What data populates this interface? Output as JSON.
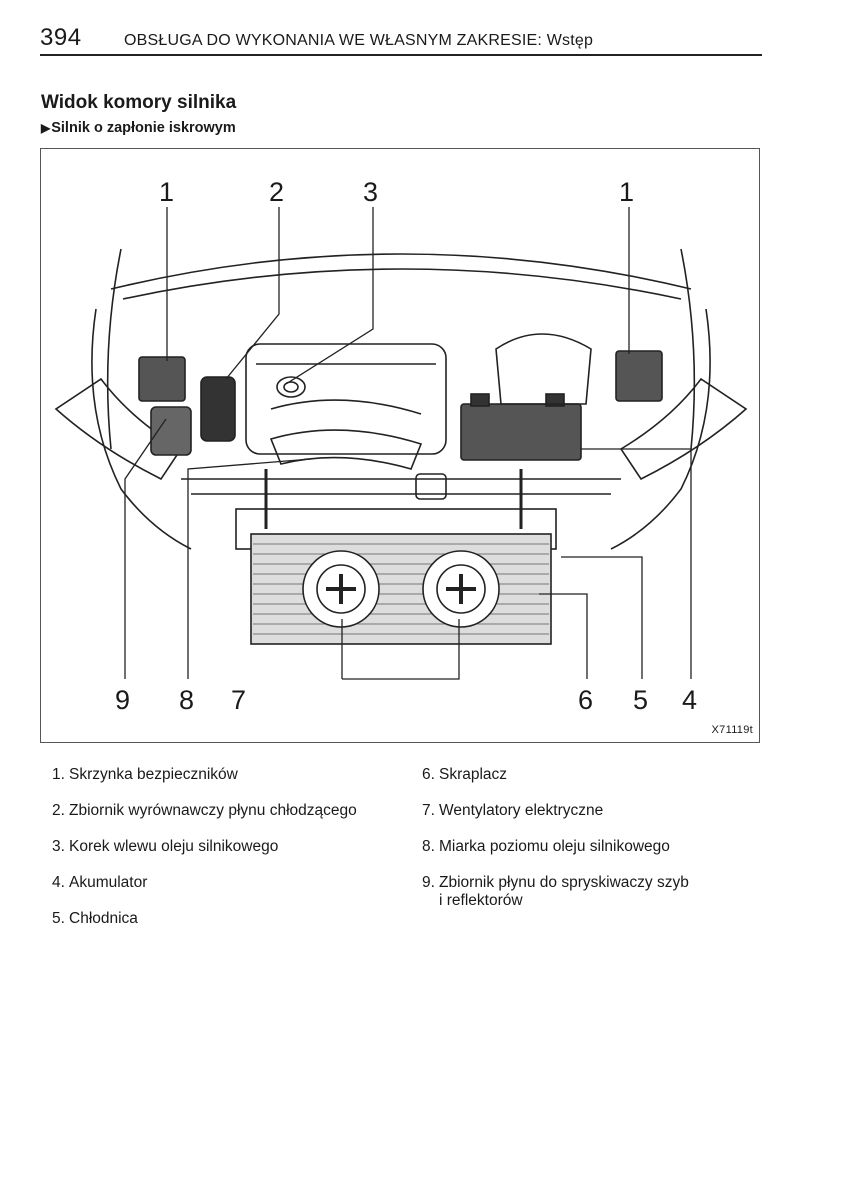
{
  "header": {
    "page_number": "394",
    "running_title": "OBSŁUGA DO WYKONANIA WE WŁASNYM ZAKRESIE: Wstęp"
  },
  "section": {
    "title": "Widok komory silnika",
    "subtitle_arrow": "▶",
    "subtitle": "Silnik o zapłonie iskrowym"
  },
  "figure": {
    "callouts_top": [
      "1",
      "2",
      "3",
      "1"
    ],
    "callouts_bottom": [
      "9",
      "8",
      "7",
      "6",
      "5",
      "4"
    ],
    "code": "X71119t"
  },
  "legend": {
    "left": [
      {
        "num": "1.",
        "text": "Skrzynka bezpieczników"
      },
      {
        "num": "2.",
        "text": "Zbiornik wyrównawczy płynu chłodzącego"
      },
      {
        "num": "3.",
        "text": "Korek wlewu oleju silnikowego"
      },
      {
        "num": "4.",
        "text": "Akumulator"
      },
      {
        "num": "5.",
        "text": "Chłodnica"
      }
    ],
    "right": [
      {
        "num": "6.",
        "text": "Skraplacz"
      },
      {
        "num": "7.",
        "text": "Wentylatory elektryczne"
      },
      {
        "num": "8.",
        "text": "Miarka poziomu oleju silnikowego"
      },
      {
        "num": "9.",
        "text": "Zbiornik płynu do spryskiwaczy szyb\ni reflektorów"
      }
    ]
  }
}
